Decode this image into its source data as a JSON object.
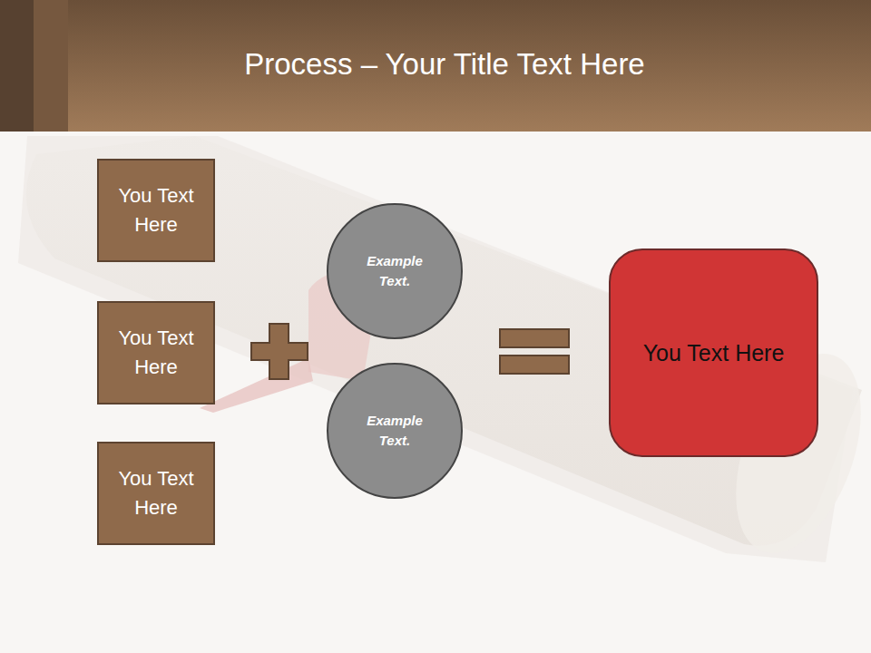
{
  "diagram": {
    "title": "Process – Your Title Text Here",
    "nodes": [
      {
        "text": [
          "You Text Here"
        ]
      },
      {
        "text": [
          "You Text Here"
        ]
      },
      {
        "text": [
          "You Text Here"
        ]
      },
      {
        "text": [
          "Example Text."
        ]
      },
      {
        "text": [
          "Example Text."
        ]
      },
      {
        "text": [
          "You Text Here"
        ]
      }
    ]
  }
}
